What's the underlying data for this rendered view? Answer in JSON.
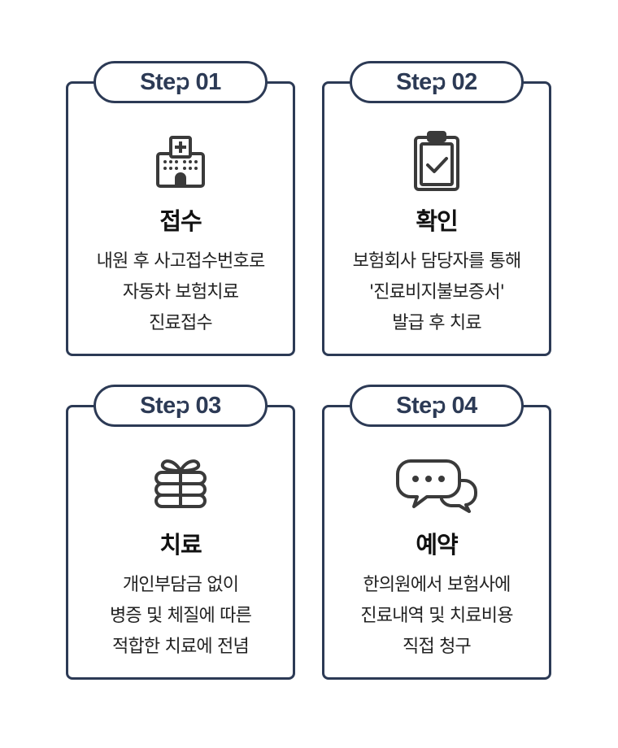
{
  "colors": {
    "border": "#2c3a55",
    "icon": "#3a3a3a",
    "text": "#222222"
  },
  "steps": [
    {
      "label": "Step 01",
      "icon": "hospital-icon",
      "title": "접수",
      "lines": [
        "내원 후 사고접수번호로",
        "자동차 보험치료",
        "진료접수"
      ]
    },
    {
      "label": "Step 02",
      "icon": "clipboard-check-icon",
      "title": "확인",
      "lines": [
        "보험회사 담당자를 통해",
        "'진료비지불보증서'",
        "발급 후 치료"
      ]
    },
    {
      "label": "Step 03",
      "icon": "gift-icon",
      "title": "치료",
      "lines": [
        "개인부담금 없이",
        "병증 및 체질에 따른",
        "적합한 치료에 전념"
      ]
    },
    {
      "label": "Step 04",
      "icon": "chat-bubble-icon",
      "title": "예약",
      "lines": [
        "한의원에서 보험사에",
        "진료내역 및 치료비용",
        "직접 청구"
      ]
    }
  ]
}
